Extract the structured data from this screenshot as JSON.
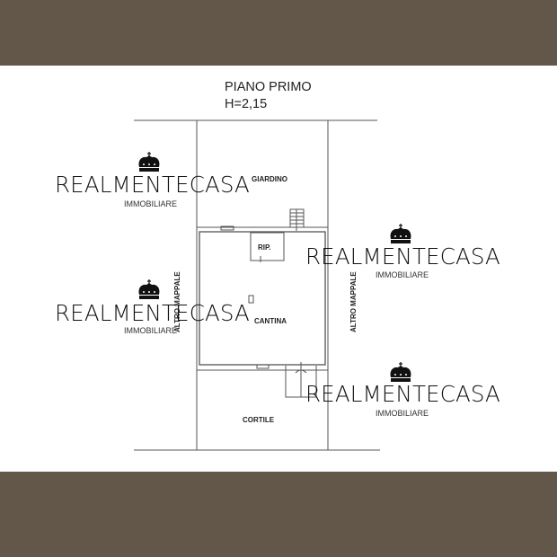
{
  "plan": {
    "title": "PIANO PRIMO",
    "height_label": "H=2,15",
    "rooms": {
      "garden": "GIARDINO",
      "storage": "RIP.",
      "cellar": "CANTINA",
      "courtyard": "CORTILE",
      "left_neighbor": "ALTRO MAPPALE",
      "right_neighbor": "ALTRO MAPPALE"
    }
  },
  "watermark": {
    "brand": "REALMENTECASA",
    "subtitle": "IMMOBILIARE"
  },
  "colors": {
    "frame": "#63574a",
    "line": "#555555"
  }
}
